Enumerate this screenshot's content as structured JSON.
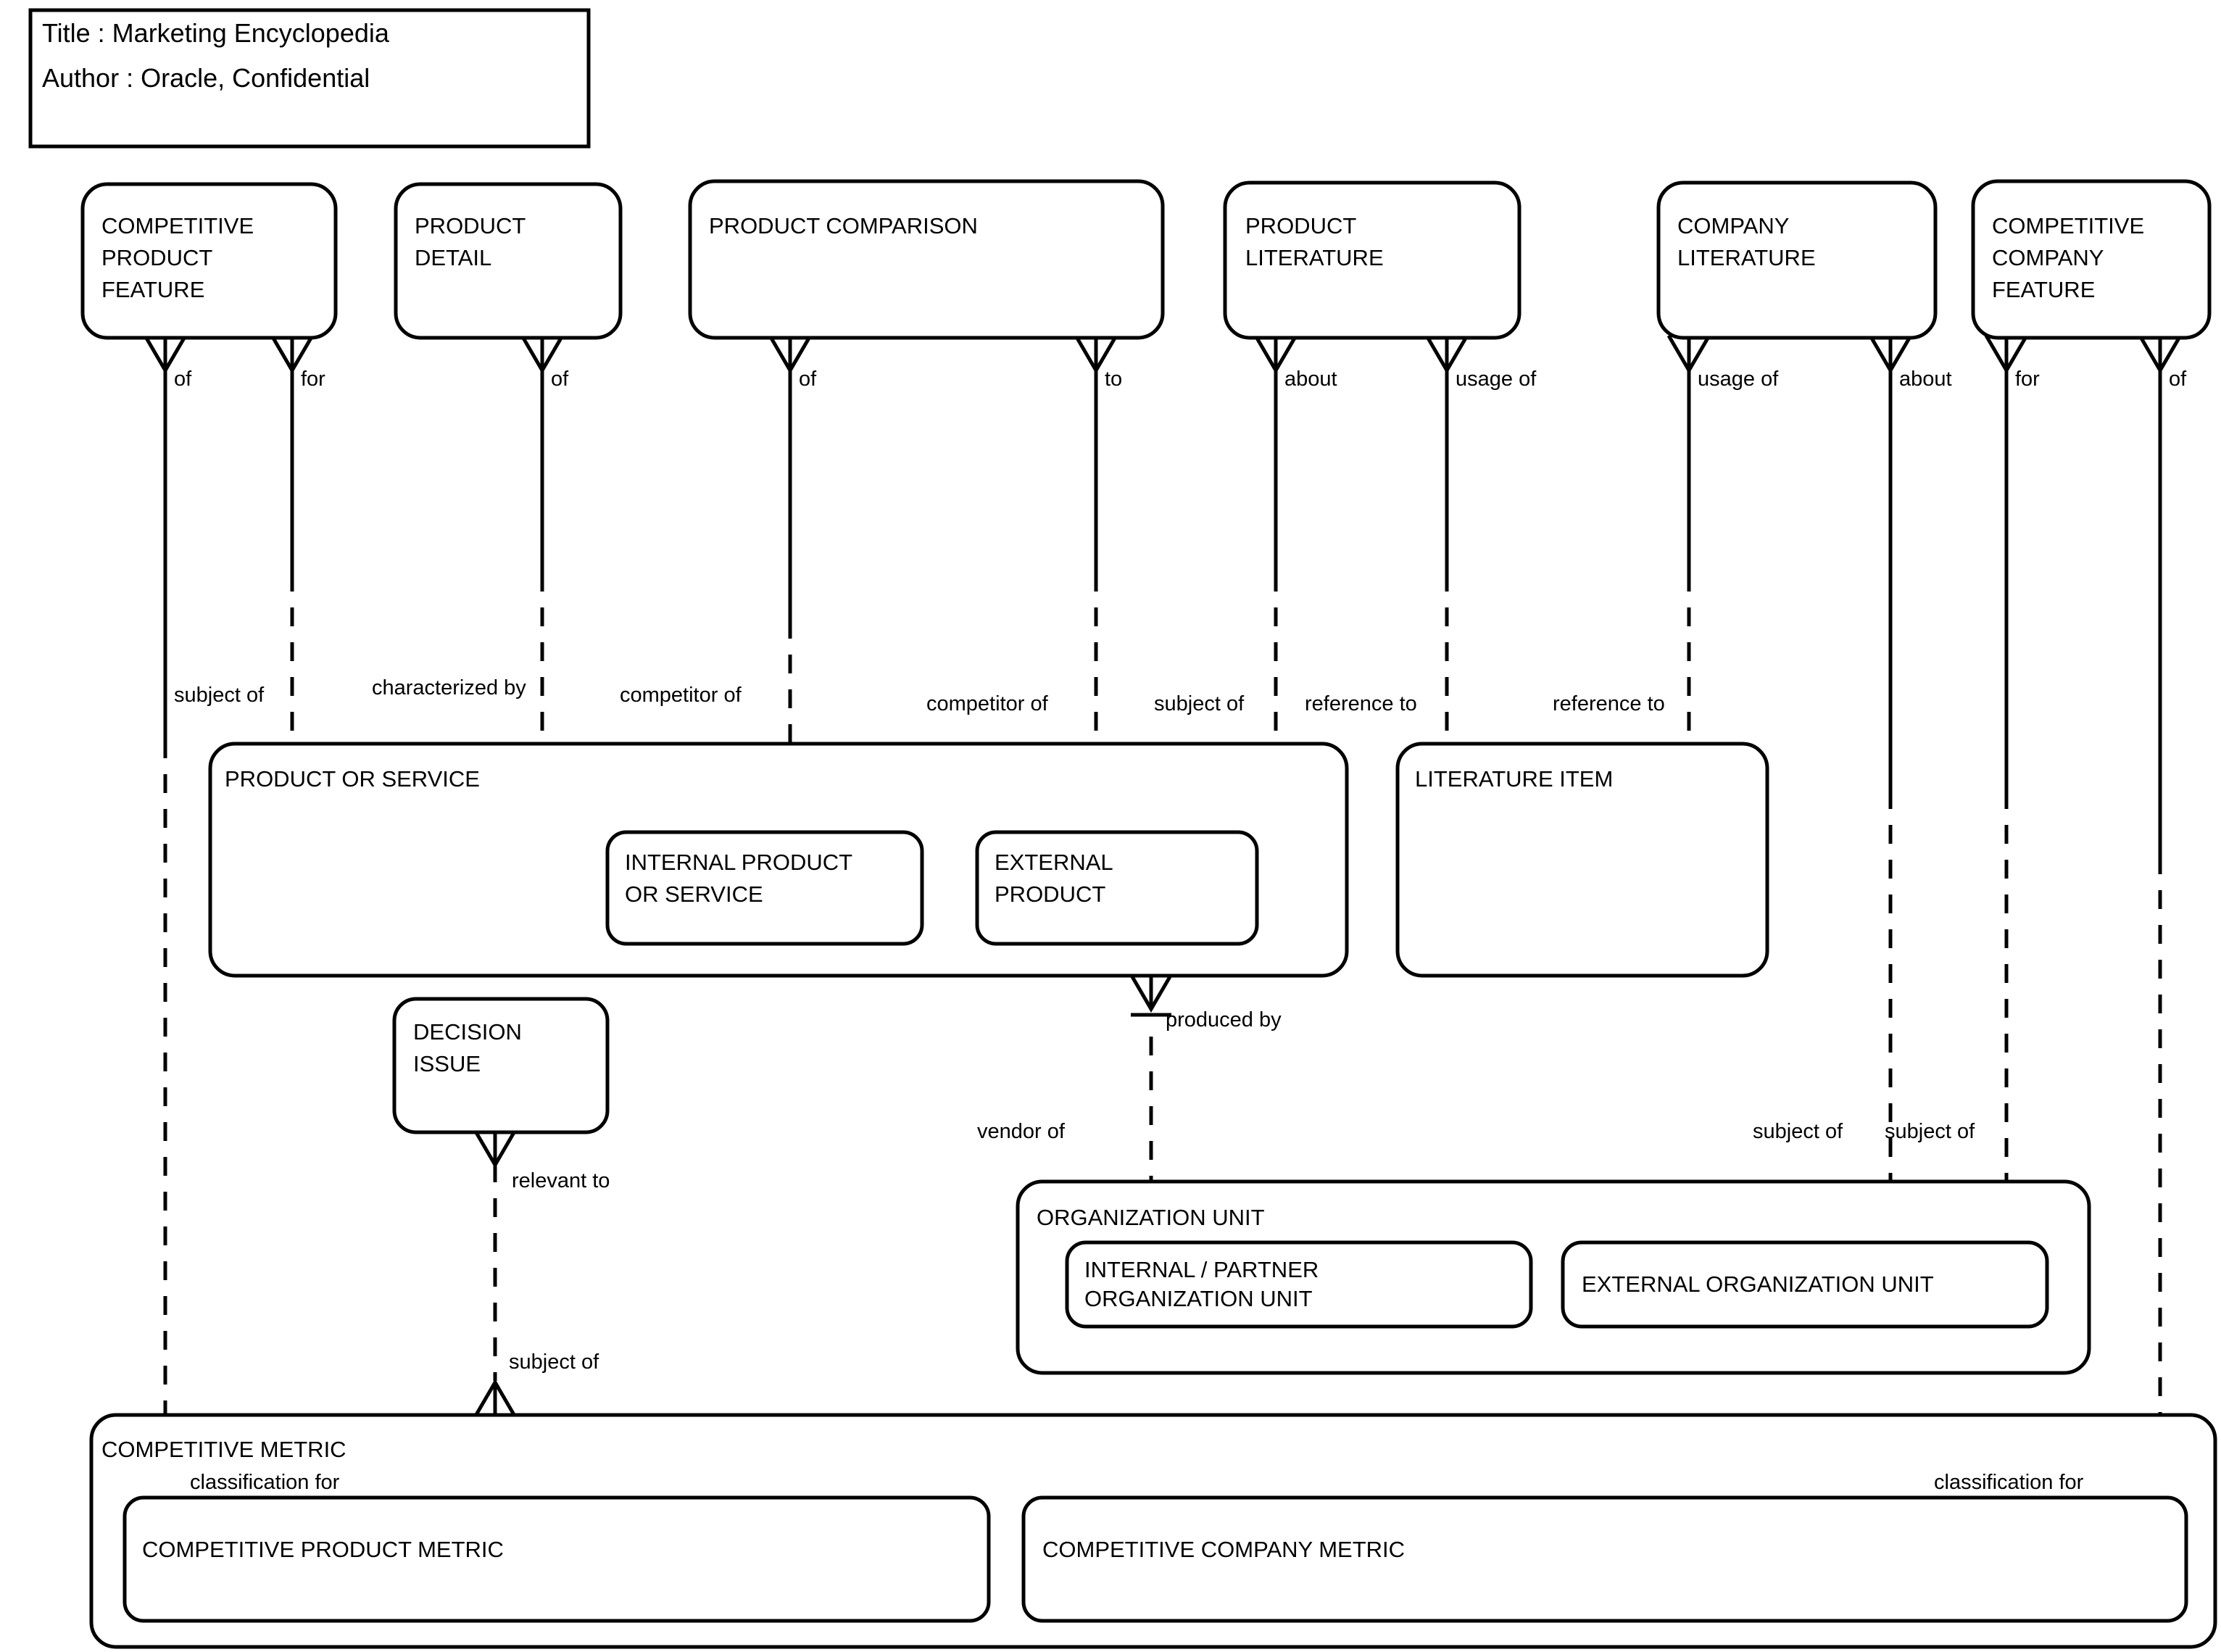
{
  "diagram": {
    "type": "entity-relationship-diagram",
    "notation": "Oracle Barker / crow's-foot",
    "title_block": {
      "title_line": "Title : Marketing Encyclopedia",
      "author_line": "Author : Oracle, Confidential"
    },
    "entities": [
      {
        "id": "competitive-product-feature",
        "name": "COMPETITIVE PRODUCT FEATURE",
        "lines": [
          "COMPETITIVE",
          "PRODUCT",
          "FEATURE"
        ]
      },
      {
        "id": "product-detail",
        "name": "PRODUCT DETAIL",
        "lines": [
          "PRODUCT",
          "DETAIL"
        ]
      },
      {
        "id": "product-comparison",
        "name": "PRODUCT COMPARISON",
        "lines": [
          "PRODUCT COMPARISON"
        ]
      },
      {
        "id": "product-literature",
        "name": "PRODUCT LITERATURE",
        "lines": [
          "PRODUCT",
          "LITERATURE"
        ]
      },
      {
        "id": "company-literature",
        "name": "COMPANY LITERATURE",
        "lines": [
          "COMPANY",
          "LITERATURE"
        ]
      },
      {
        "id": "competitive-company-feature",
        "name": "COMPETITIVE COMPANY FEATURE",
        "lines": [
          "COMPETITIVE",
          "COMPANY",
          "FEATURE"
        ]
      },
      {
        "id": "product-or-service",
        "name": "PRODUCT OR SERVICE",
        "lines": [
          "PRODUCT OR SERVICE"
        ],
        "subtypes": [
          {
            "id": "internal-product-or-service",
            "name": "INTERNAL PRODUCT OR SERVICE",
            "lines": [
              "INTERNAL PRODUCT",
              "OR SERVICE"
            ]
          },
          {
            "id": "external-product",
            "name": "EXTERNAL PRODUCT",
            "lines": [
              "EXTERNAL",
              "PRODUCT"
            ]
          }
        ]
      },
      {
        "id": "literature-item",
        "name": "LITERATURE ITEM",
        "lines": [
          "LITERATURE ITEM"
        ]
      },
      {
        "id": "decision-issue",
        "name": "DECISION ISSUE",
        "lines": [
          "DECISION",
          "ISSUE"
        ]
      },
      {
        "id": "organization-unit",
        "name": "ORGANIZATION UNIT",
        "lines": [
          "ORGANIZATION UNIT"
        ],
        "subtypes": [
          {
            "id": "internal-partner-organization-unit",
            "name": "INTERNAL / PARTNER ORGANIZATION UNIT",
            "lines": [
              "INTERNAL / PARTNER",
              "ORGANIZATION UNIT"
            ]
          },
          {
            "id": "external-organization-unit",
            "name": "EXTERNAL ORGANIZATION UNIT",
            "lines": [
              "EXTERNAL ORGANIZATION UNIT"
            ]
          }
        ]
      },
      {
        "id": "competitive-metric",
        "name": "COMPETITIVE METRIC",
        "lines": [
          "COMPETITIVE METRIC"
        ],
        "subtypes": [
          {
            "id": "competitive-product-metric",
            "name": "COMPETITIVE PRODUCT METRIC",
            "lines": [
              "COMPETITIVE PRODUCT METRIC"
            ]
          },
          {
            "id": "competitive-company-metric",
            "name": "COMPETITIVE COMPANY METRIC",
            "lines": [
              "COMPETITIVE COMPANY METRIC"
            ]
          }
        ]
      }
    ],
    "relationship_labels": {
      "top": [
        {
          "id": "cpf-of",
          "text": "of"
        },
        {
          "id": "cpf-for",
          "text": "for"
        },
        {
          "id": "pd-of",
          "text": "of"
        },
        {
          "id": "pc-of",
          "text": "of"
        },
        {
          "id": "pc-to",
          "text": "to"
        },
        {
          "id": "pl-about",
          "text": "about"
        },
        {
          "id": "pl-usage-of",
          "text": "usage of"
        },
        {
          "id": "cl-usage-of",
          "text": "usage of"
        },
        {
          "id": "cl-about",
          "text": "about"
        },
        {
          "id": "ccf-for",
          "text": "for"
        },
        {
          "id": "ccf-of",
          "text": "of"
        }
      ],
      "middle": [
        {
          "id": "subject-of-1",
          "text": "subject of"
        },
        {
          "id": "characterized-by",
          "text": "characterized by"
        },
        {
          "id": "competitor-of-1",
          "text": "competitor of"
        },
        {
          "id": "competitor-of-2",
          "text": "competitor of"
        },
        {
          "id": "subject-of-2",
          "text": "subject of"
        },
        {
          "id": "reference-to-1",
          "text": "reference to"
        },
        {
          "id": "reference-to-2",
          "text": "reference to"
        }
      ],
      "lower": [
        {
          "id": "produced-by",
          "text": "produced by"
        },
        {
          "id": "vendor-of",
          "text": "vendor of"
        },
        {
          "id": "relevant-to",
          "text": "relevant to"
        },
        {
          "id": "subject-of-3",
          "text": "subject of"
        },
        {
          "id": "subject-of-4",
          "text": "subject of"
        },
        {
          "id": "subject-of-5",
          "text": "subject of"
        },
        {
          "id": "classification-for-1",
          "text": "classification for"
        },
        {
          "id": "classification-for-2",
          "text": "classification for"
        }
      ]
    },
    "colors": {
      "stroke": "#000000",
      "fill": "#ffffff",
      "text": "#000000"
    }
  }
}
